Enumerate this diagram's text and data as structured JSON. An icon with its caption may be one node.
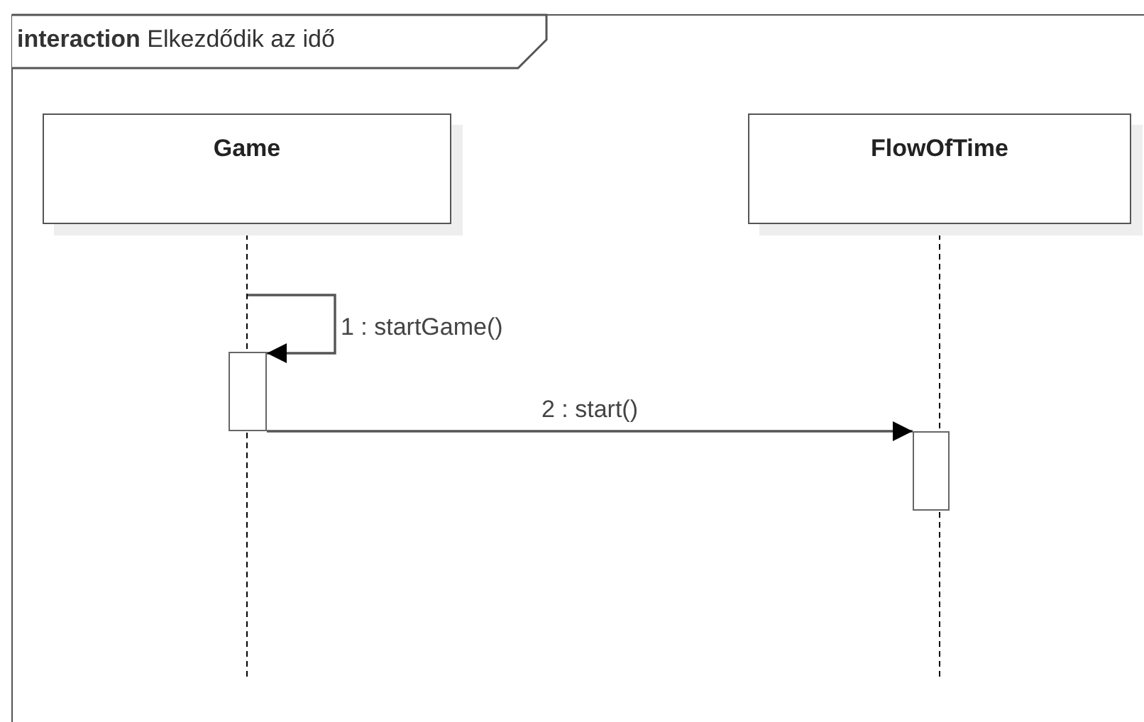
{
  "diagram": {
    "nodes": [
      {
        "text": [
          "**interaction** Elkezdődik az idő"
        ]
      },
      {
        "text": [
          "Game"
        ],
        "in": 0
      },
      {
        "text": [
          "FlowOfTime"
        ],
        "in": 0
      },
      {
        "text": [],
        "shape": "bar",
        "in": 0
      },
      {
        "text": [],
        "shape": "bar",
        "in": 0
      }
    ],
    "edges": [
      {
        "from": null,
        "to": 3,
        "arrow": "to",
        "label": "1 : startGame()"
      },
      {
        "from": 3,
        "to": 4,
        "arrow": "to",
        "label": "2 : start()"
      }
    ]
  }
}
